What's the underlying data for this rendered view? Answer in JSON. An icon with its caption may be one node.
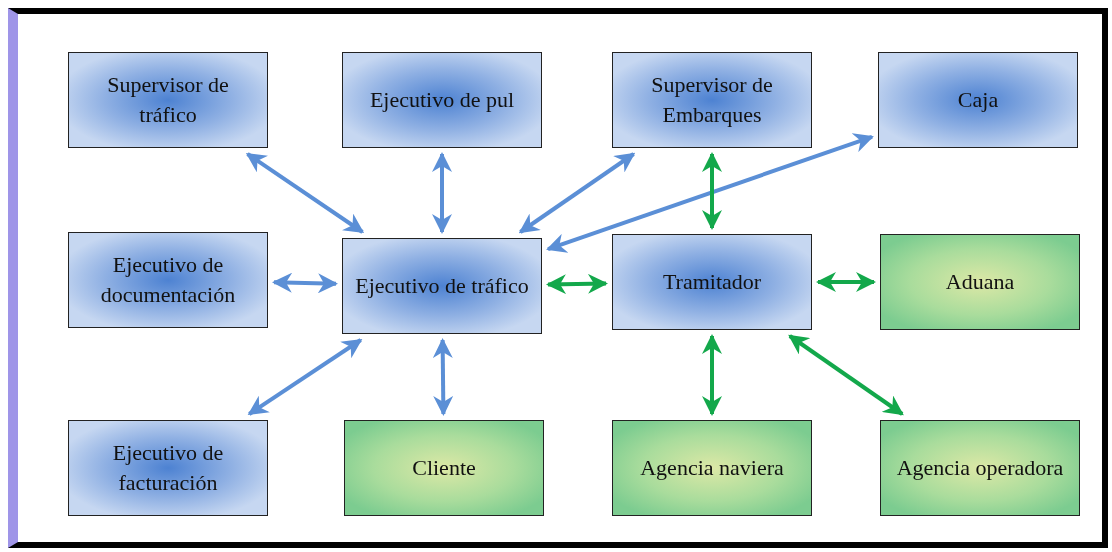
{
  "diagram": {
    "nodes": [
      {
        "text": [
          "Supervisor de tráfico"
        ]
      },
      {
        "text": [
          "Ejecutivo de pul"
        ]
      },
      {
        "text": [
          "Supervisor de Embarques"
        ]
      },
      {
        "text": [
          "Caja"
        ]
      },
      {
        "text": [
          "Ejecutivo de documentación"
        ]
      },
      {
        "text": [
          "Ejecutivo de tráfico"
        ]
      },
      {
        "text": [
          "Tramitador"
        ]
      },
      {
        "text": [
          "Aduana"
        ]
      },
      {
        "text": [
          "Ejecutivo de facturación"
        ]
      },
      {
        "text": [
          "Cliente"
        ]
      },
      {
        "text": [
          "Agencia naviera"
        ]
      },
      {
        "text": [
          "Agencia operadora"
        ]
      }
    ],
    "edges": [
      {
        "from": 5,
        "to": 0,
        "arrow": "both"
      },
      {
        "from": 5,
        "to": 1,
        "arrow": "both"
      },
      {
        "from": 5,
        "to": 2,
        "arrow": "both"
      },
      {
        "from": 5,
        "to": 3,
        "arrow": "both"
      },
      {
        "from": 5,
        "to": 4,
        "arrow": "both"
      },
      {
        "from": 5,
        "to": 8,
        "arrow": "both"
      },
      {
        "from": 5,
        "to": 9,
        "arrow": "both"
      },
      {
        "from": 5,
        "to": 6,
        "arrow": "both",
        "color": "#13a84b"
      },
      {
        "from": 6,
        "to": 2,
        "arrow": "both",
        "color": "#13a84b"
      },
      {
        "from": 6,
        "to": 7,
        "arrow": "both",
        "color": "#13a84b"
      },
      {
        "from": 6,
        "to": 10,
        "arrow": "both",
        "color": "#13a84b"
      },
      {
        "from": 6,
        "to": 11,
        "arrow": "both",
        "color": "#13a84b"
      }
    ]
  }
}
